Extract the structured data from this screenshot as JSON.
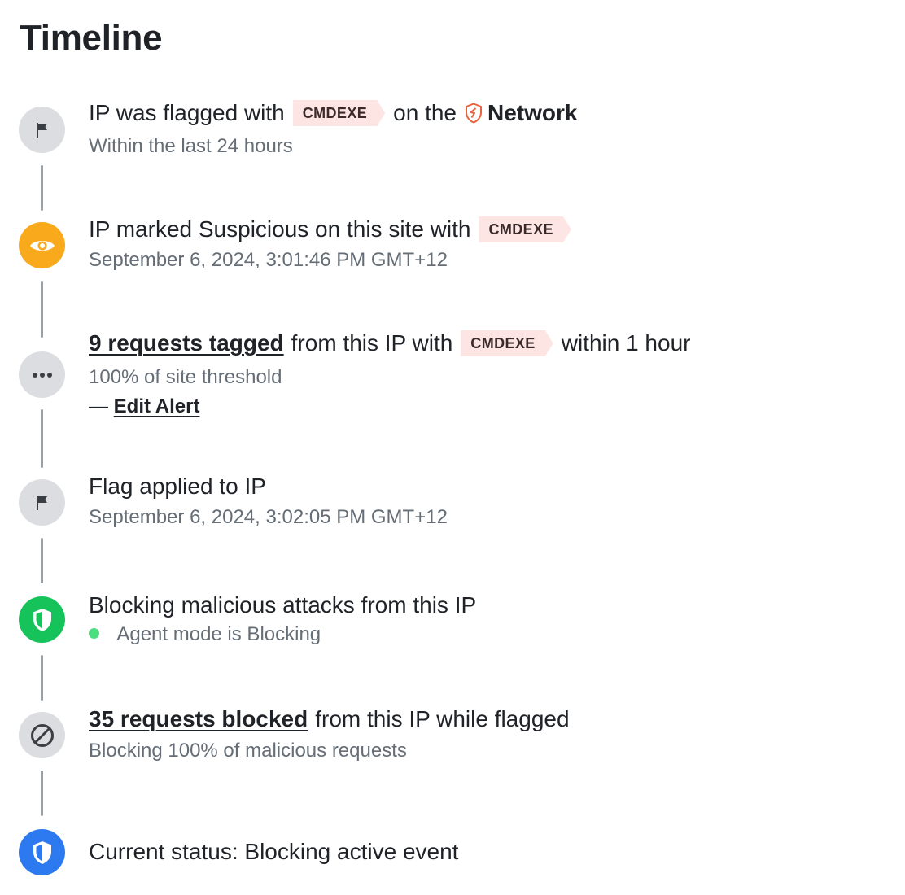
{
  "page": {
    "title": "Timeline"
  },
  "tag_label": "CMDEXE",
  "events": [
    {
      "icon": "flag-icon",
      "title_before": "IP was flagged with",
      "title_mid": "on the",
      "network_label": "Network",
      "subtitle": "Within the last 24 hours"
    },
    {
      "icon": "eye-icon",
      "title_before": "IP marked Suspicious on this site with",
      "subtitle": "September 6, 2024, 3:01:46 PM GMT+12"
    },
    {
      "icon": "more-dots-icon",
      "link_text": "9 requests tagged",
      "title_before": "from this IP with",
      "title_after": "within 1 hour",
      "subtitle": "100% of site threshold",
      "dash": "—",
      "edit_link": "Edit Alert"
    },
    {
      "icon": "flag-icon",
      "title": "Flag applied to IP",
      "subtitle": "September 6, 2024, 3:02:05 PM GMT+12"
    },
    {
      "icon": "shield-check-icon",
      "title": "Blocking malicious attacks from this IP",
      "status_text": "Agent mode is Blocking",
      "status_color": "#4ade80"
    },
    {
      "icon": "blocked-icon",
      "link_text": "35 requests blocked",
      "title_after": "from this IP while flagged",
      "subtitle": "Blocking 100% of malicious requests"
    },
    {
      "icon": "shield-icon",
      "title": "Current status: Blocking active event"
    }
  ],
  "colors": {
    "node_gray": "#dcdde0",
    "node_amber": "#f8a91c",
    "node_green": "#16c35b",
    "node_blue": "#2d79f0",
    "tag_bg": "#fde5e3",
    "network_icon": "#e8643c"
  }
}
